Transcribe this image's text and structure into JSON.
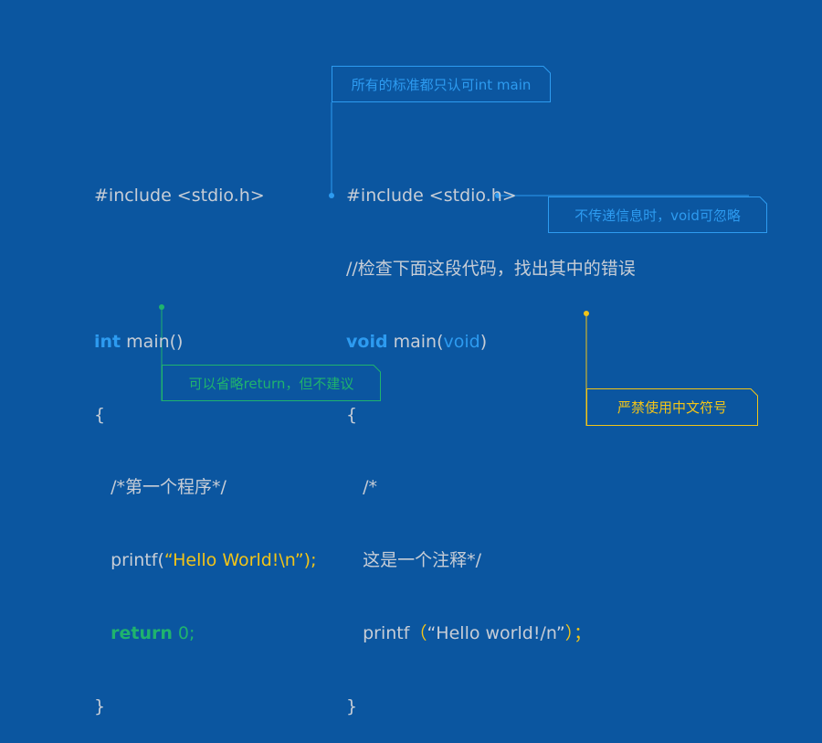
{
  "left_code": {
    "include": "#include <stdio.h>",
    "kw_int": "int",
    "main_sig": " main()",
    "open_brace": "{",
    "comment": "   /*第一个程序*/",
    "printf_pre": "   printf(",
    "printf_str": "“Hello World!\\n”",
    "printf_post": ");",
    "indent": "   ",
    "kw_return": "return",
    "return_val": " 0;",
    "close_brace": "}"
  },
  "right_code": {
    "include": "#include <stdio.h>",
    "comment_line": "//检查下面这段代码，找出其中的错误",
    "kw_void": "void",
    "main_pre": " main(",
    "void_param": "void",
    "main_post": ")",
    "open_brace": "{",
    "comment_open": "   /*",
    "comment_body": "   这是一个注释*/",
    "printf_pre": "   printf",
    "paren_open": "（",
    "printf_str": "“Hello world!/n”",
    "paren_close": "）",
    "semicolon": "；",
    "close_brace": "}"
  },
  "callouts": {
    "standard": "所有的标准都只认可int main",
    "void": "不传递信息时，void可忽略",
    "return": "可以省略return，但不建议",
    "chinese": "严禁使用中文符号"
  },
  "colors": {
    "background": "#0b56a0",
    "code_text": "#c7cdd6",
    "keyword_blue": "#2d9bf0",
    "keyword_green": "#1fb36e",
    "highlight_yellow": "#f2c418"
  }
}
